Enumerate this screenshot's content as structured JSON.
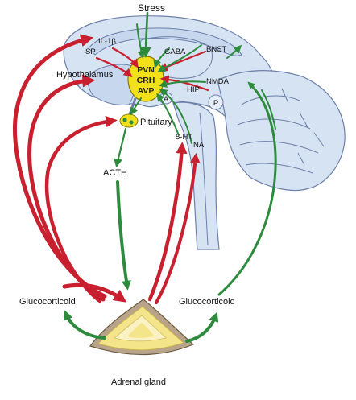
{
  "labels": {
    "stress": "Stress",
    "il1b": "IL-1β",
    "sp": "SP",
    "gaba": "GABA",
    "bnst": "BNST",
    "hypothalamus": "Hypothalamus",
    "pvn": "PVN",
    "crh": "CRH",
    "avp": "AVP",
    "nmda": "NMDA",
    "hip": "HIP",
    "a": "A",
    "p": "P",
    "pituitary": "Pituitary",
    "ht5": "5-HT",
    "na": "NA",
    "acth": "ACTH",
    "glucocorticoid_left": "Glucocorticoid",
    "glucocorticoid_right": "Glucocorticoid",
    "adrenal_gland": "Adrenal gland"
  },
  "colors": {
    "stimulatory": "#2e8b3e",
    "inhibitory": "#c8202f",
    "nucleus": "#f2e01b",
    "brain": "#d6e3f3",
    "adrenal_cortex": "#f4e48a",
    "adrenal_capsule": "#b8a48a"
  }
}
